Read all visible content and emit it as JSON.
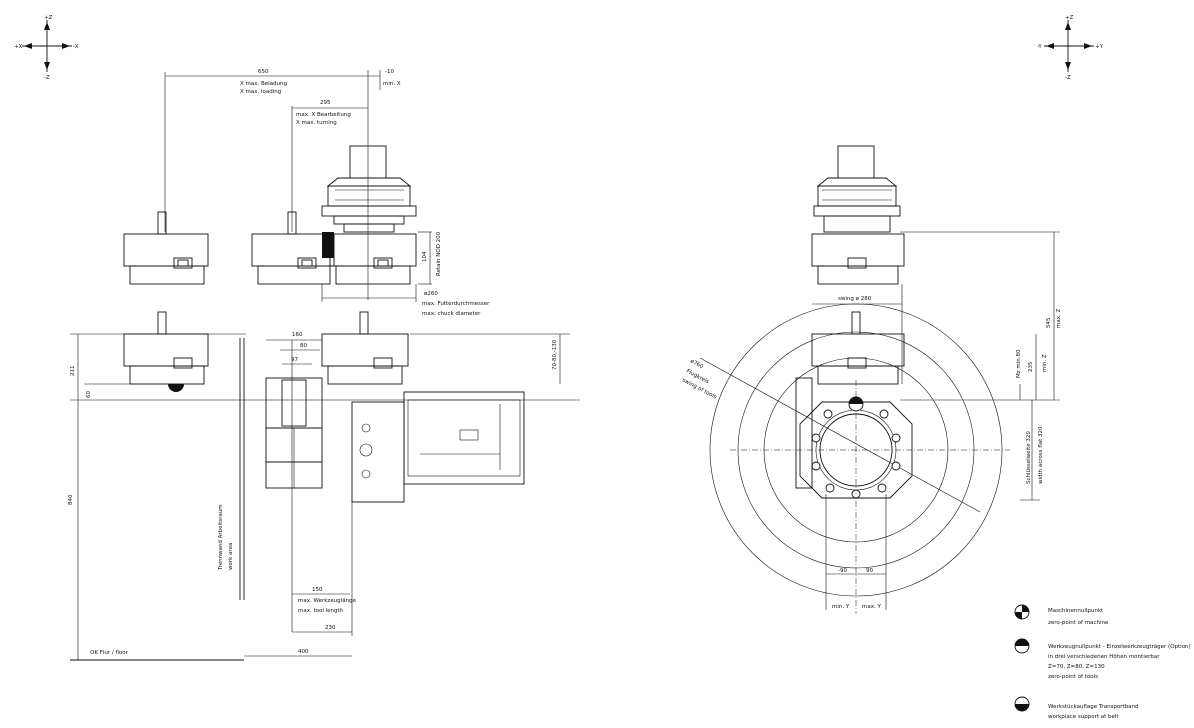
{
  "axes": {
    "left": {
      "up": "+Z",
      "down": "-Z",
      "left": "+X",
      "right": "-X"
    },
    "right": {
      "up": "+Z",
      "down": "-Z",
      "left": "-Y",
      "right": "+Y"
    }
  },
  "left_view": {
    "dim_650": "650",
    "x_max_loading_de": "X max. Beladung",
    "x_max_loading_en": "X max. loading",
    "dim_minus10": "-10",
    "min_x": "min. X",
    "dim_295": "295",
    "max_x_turning_de": "max. X Bearbeitung",
    "max_x_turning_en": "X max. turning",
    "dim_104": "104",
    "retain_nod": "Retain NOD 200",
    "dim_260": "ø260",
    "chuck_de": "max. Futterdurchmesser",
    "chuck_en": "max. chuck diameter",
    "dim_160": "160",
    "dim_80": "80",
    "dim_97": "97",
    "dim_70": "70-80,-130",
    "dim_211": "211",
    "dim_60": "60",
    "dim_840": "840",
    "work_area_de": "Trennwand Arbeitsraum",
    "work_area_en": "work area",
    "dim_150": "150",
    "tool_len_de": "max. Werkzeuglänge",
    "tool_len_en": "max. tool length",
    "dim_230": "230",
    "floor": "OK Flur / floor",
    "dim_400": "400"
  },
  "right_view": {
    "swing": "swing ø 280",
    "dim_760": "ø760",
    "flugkreis": "Flugkreis",
    "swing_tools": "swing of tools",
    "dim_545": "545",
    "max_z": "max. Z",
    "mz_min": "Mz min.80",
    "dim_235": "235",
    "min_z": "min. Z",
    "width_de": "Schlüsselweite 320",
    "width_en": "width across flat 320",
    "dim_m90": "-90",
    "dim_90": "90",
    "min_y": "min. Y",
    "max_y": "max. Y"
  },
  "legend": [
    {
      "de": "Maschinennullpunkt",
      "en": "zero-point of machine"
    },
    {
      "de": "Werkzeugnullpunkt - Einzelwerkzeugträger (Option)",
      "en2": "in drei verschiedenen Höhen montierbar",
      "en3": "Z=70, Z=80, Z=130",
      "en": "zero-point of tools"
    },
    {
      "de": "Werkstückauflage Transportband",
      "en": "workplace support at belt"
    }
  ]
}
